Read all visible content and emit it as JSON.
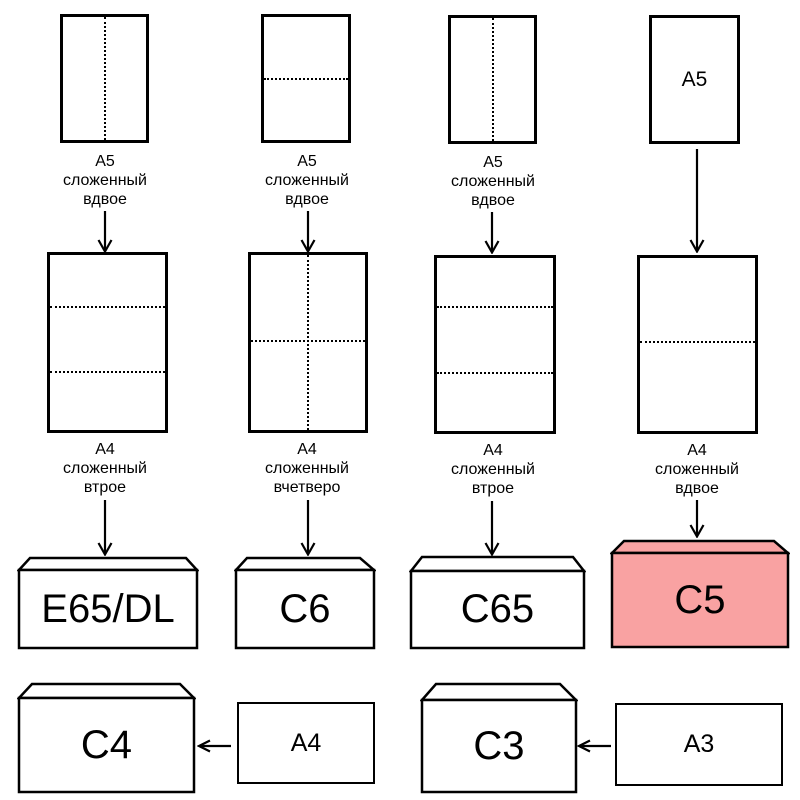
{
  "colors": {
    "background": "#FFFFFF",
    "stroke": "#000000",
    "highlight": "#F9A2A2"
  },
  "columns": [
    {
      "a5_caption": [
        "А5",
        "сложенный",
        "вдвое"
      ],
      "a4_caption": [
        "А4",
        "сложенный",
        "втрое"
      ],
      "envelope_label": "E65/DL"
    },
    {
      "a5_caption": [
        "А5",
        "сложенный",
        "вдвое"
      ],
      "a4_caption": [
        "А4",
        "сложенный",
        "вчетверо"
      ],
      "envelope_label": "C6"
    },
    {
      "a5_caption": [
        "А5",
        "сложенный",
        "вдвое"
      ],
      "a4_caption": [
        "А4",
        "сложенный",
        "втрое"
      ],
      "envelope_label": "C65"
    },
    {
      "a5_paper_label": "А5",
      "a4_caption": [
        "А4",
        "сложенный",
        "вдвое"
      ],
      "envelope_label": "C5"
    }
  ],
  "bottom_row": [
    {
      "envelope_label": "C4",
      "source_label": "А4"
    },
    {
      "envelope_label": "C3",
      "source_label": "А3"
    }
  ]
}
